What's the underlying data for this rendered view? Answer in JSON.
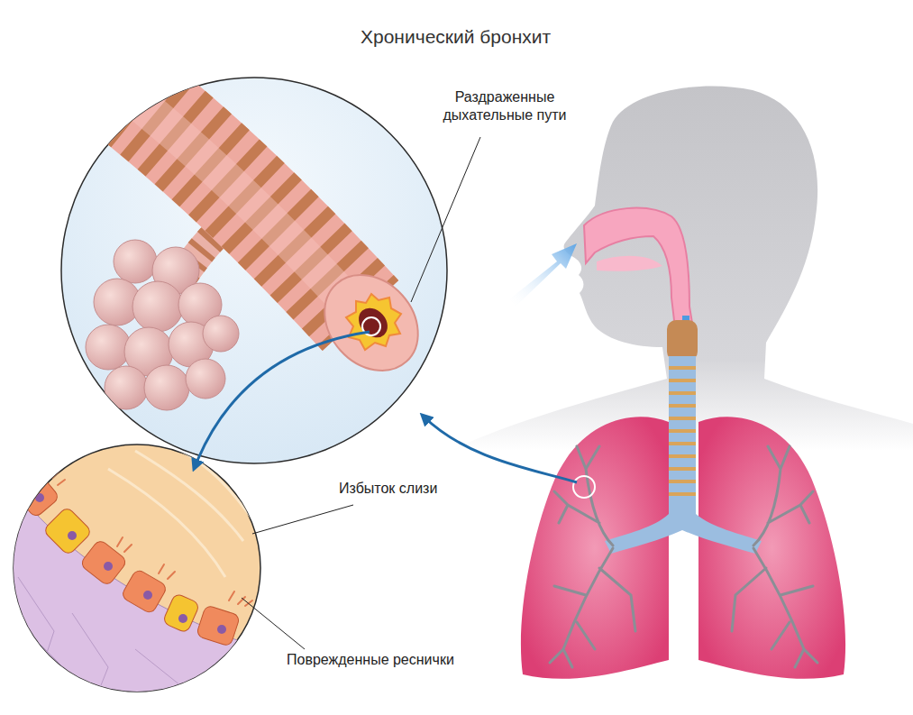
{
  "diagram": {
    "title": "Хронический бронхит",
    "labels": [
      "Раздраженные дыхательные пути",
      "Избыток слизи",
      "Поврежденные реснички"
    ]
  }
}
